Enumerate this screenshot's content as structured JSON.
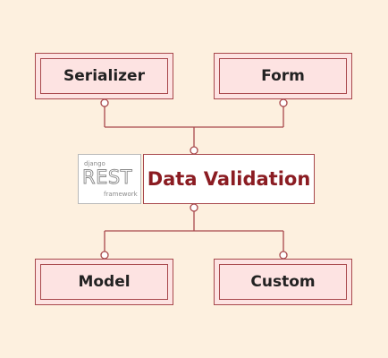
{
  "diagram": {
    "center_node": {
      "label": "Data Validation"
    },
    "logo": {
      "line1": "django",
      "line2": "REST",
      "line3": "framework"
    },
    "top_nodes": [
      {
        "label": "Serializer"
      },
      {
        "label": "Form"
      }
    ],
    "bottom_nodes": [
      {
        "label": "Model"
      },
      {
        "label": "Custom"
      }
    ],
    "colors": {
      "background": "#fdf0df",
      "node_fill": "#fde3e2",
      "stroke": "#a8484c",
      "center_text": "#8b1c22"
    }
  }
}
